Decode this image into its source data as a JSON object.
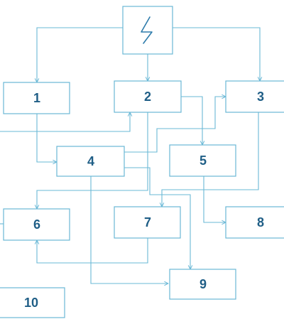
{
  "diagram": {
    "source": {
      "name": "power-source",
      "icon": "lightning-bolt-icon"
    },
    "nodes": [
      {
        "id": "1",
        "label": "1"
      },
      {
        "id": "2",
        "label": "2"
      },
      {
        "id": "3",
        "label": "3"
      },
      {
        "id": "4",
        "label": "4"
      },
      {
        "id": "5",
        "label": "5"
      },
      {
        "id": "6",
        "label": "6"
      },
      {
        "id": "7",
        "label": "7"
      },
      {
        "id": "8",
        "label": "8"
      },
      {
        "id": "9",
        "label": "9"
      },
      {
        "id": "10",
        "label": "10"
      }
    ],
    "edges": [
      {
        "from": "source",
        "to": "1"
      },
      {
        "from": "source",
        "to": "2"
      },
      {
        "from": "source",
        "to": "3"
      },
      {
        "from": "1",
        "to": "4"
      },
      {
        "from": "off-page-left",
        "to": "2"
      },
      {
        "from": "2",
        "to": "5"
      },
      {
        "from": "2",
        "to": "6"
      },
      {
        "from": "4",
        "to": "3"
      },
      {
        "from": "4",
        "to": "9"
      },
      {
        "from": "4",
        "to": "9"
      },
      {
        "from": "5",
        "to": "8"
      },
      {
        "from": "3",
        "to": "7"
      },
      {
        "from": "7",
        "to": "6"
      }
    ],
    "colors": {
      "line": "#6ab8d6",
      "label": "#1f5e86",
      "icon": "#2d7bab"
    }
  }
}
